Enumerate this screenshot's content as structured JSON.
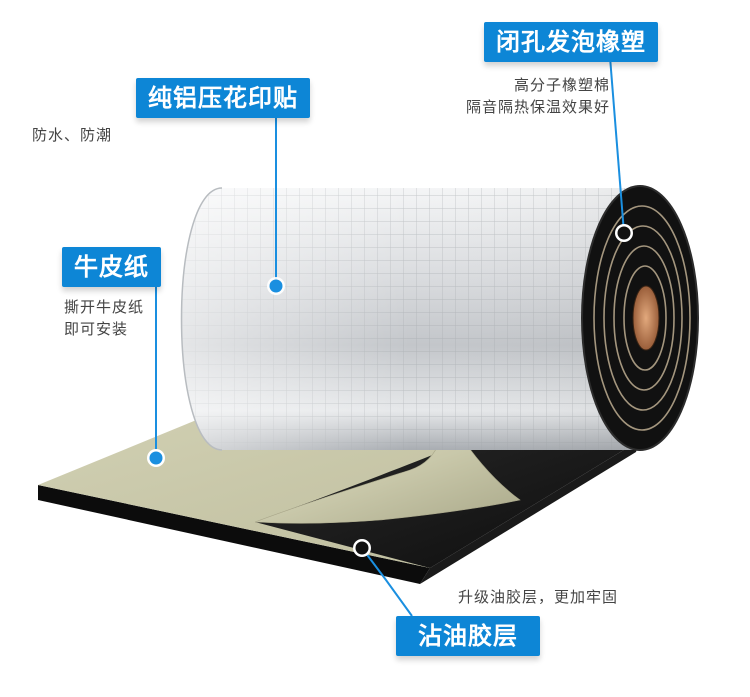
{
  "labels": {
    "aluminum": {
      "title": "纯铝压花印贴",
      "desc": [
        "防水、防潮"
      ]
    },
    "closed_cell": {
      "title": "闭孔发泡橡塑",
      "desc": [
        "高分子橡塑棉",
        "隔音隔热保温效果好"
      ]
    },
    "kraft": {
      "title": "牛皮纸",
      "desc": [
        "撕开牛皮纸",
        "即可安装"
      ]
    },
    "adhesive": {
      "title": "沾油胶层",
      "desc": [
        "升级油胶层，更加牢固"
      ]
    }
  },
  "colors": {
    "badge_blue": "#0d86d6",
    "leader_blue": "#1a8fe0",
    "foam_black": "#151515",
    "kraft_beige": "#c8c7a8",
    "foil_silver": "#d5d7da"
  }
}
